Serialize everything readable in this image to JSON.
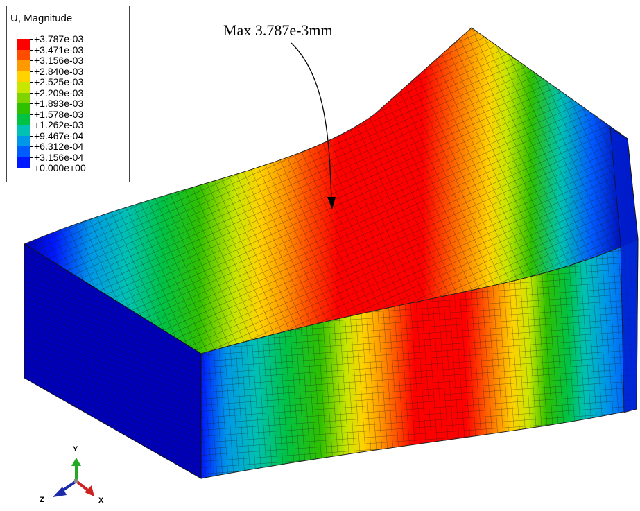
{
  "legend": {
    "title": "U, Magnitude",
    "levels": [
      {
        "label": "+3.787e-03",
        "color": "#ff0000"
      },
      {
        "label": "+3.471e-03",
        "color": "#ff4d00"
      },
      {
        "label": "+3.156e-03",
        "color": "#ff9900"
      },
      {
        "label": "+2.840e-03",
        "color": "#ffd200"
      },
      {
        "label": "+2.525e-03",
        "color": "#c8e600"
      },
      {
        "label": "+2.209e-03",
        "color": "#7ed300"
      },
      {
        "label": "+1.893e-03",
        "color": "#2fc000"
      },
      {
        "label": "+1.578e-03",
        "color": "#00c243"
      },
      {
        "label": "+1.262e-03",
        "color": "#00c1b4"
      },
      {
        "label": "+9.467e-04",
        "color": "#0097e8"
      },
      {
        "label": "+6.312e-04",
        "color": "#005cff"
      },
      {
        "label": "+3.156e-04",
        "color": "#0018ff"
      },
      {
        "label": "+0.000e+00",
        "color": "#0000bb"
      }
    ]
  },
  "annotation": {
    "text": "Max 3.787e-3mm"
  },
  "triad": {
    "y_label": "Y",
    "z_label": "Z",
    "x_label": "X",
    "y_color": "#22aa22",
    "x_color": "#cc2222",
    "z_color": "#1a2aa8"
  }
}
